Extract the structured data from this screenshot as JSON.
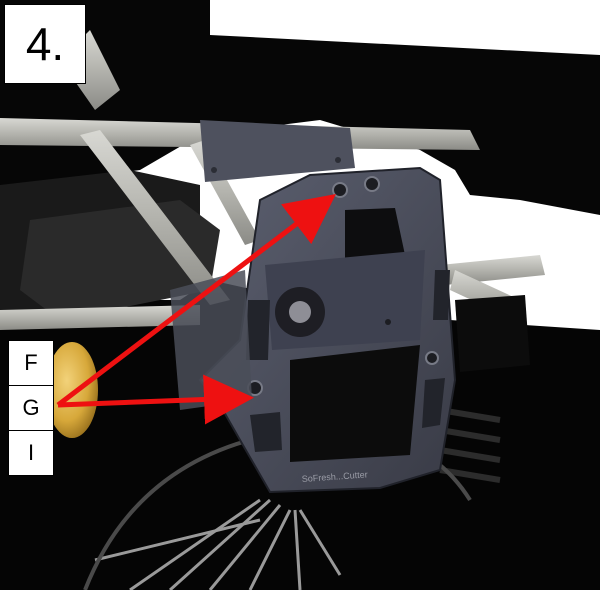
{
  "step": {
    "number": "4."
  },
  "labels": [
    "F",
    "G",
    "I"
  ],
  "bracket_engraving": "SoFresh...Cutter",
  "colors": {
    "arrow": "#ee1111",
    "background_light": "#ffffff",
    "shadow": "#050505",
    "frame_tube": "#b9b9b4",
    "bracket_plate": "#4c4f5c",
    "lamp": "#e0b13a"
  }
}
